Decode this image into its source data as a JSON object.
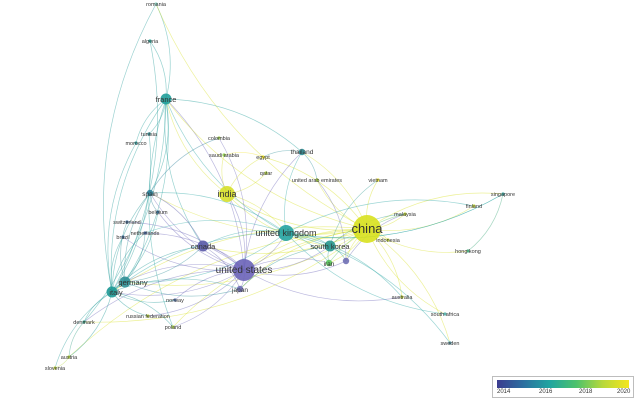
{
  "legend": {
    "ticks": [
      "2014",
      "2016",
      "2018",
      "2020"
    ],
    "gradient": [
      "#3b3b8f",
      "#2c6fa0",
      "#1fa5a0",
      "#4cc26c",
      "#b7d83a",
      "#f4e61e"
    ]
  },
  "nodes": [
    {
      "id": "romania",
      "label": "romania",
      "color": "#8fd9c9",
      "size": 1
    },
    {
      "id": "algeria",
      "label": "algeria",
      "color": "#27b0a2",
      "size": 1
    },
    {
      "id": "france",
      "label": "france",
      "color": "#1f9e9a",
      "size": 3
    },
    {
      "id": "tunisia",
      "label": "tunisia",
      "color": "#2b8f95",
      "size": 1
    },
    {
      "id": "morocco",
      "label": "morocco",
      "color": "#2e9b9a",
      "size": 1
    },
    {
      "id": "colombia",
      "label": "colombia",
      "color": "#9fd04b",
      "size": 1
    },
    {
      "id": "thailand",
      "label": "thailand",
      "color": "#2a8d96",
      "size": 2
    },
    {
      "id": "saudi-arabia",
      "label": "saudi arabia",
      "color": "#8ecf4c",
      "size": 1
    },
    {
      "id": "egypt",
      "label": "egypt",
      "color": "#f1e31f",
      "size": 1
    },
    {
      "id": "qatar",
      "label": "qatar",
      "color": "#bde339",
      "size": 1
    },
    {
      "id": "spain",
      "label": "spain",
      "color": "#2a7f98",
      "size": 2
    },
    {
      "id": "india",
      "label": "india",
      "color": "#d6e02a",
      "size": 4
    },
    {
      "id": "united-arab-emirates",
      "label": "united arab emirates",
      "color": "#a8da3b",
      "size": 1
    },
    {
      "id": "vietnam",
      "label": "vietnam",
      "color": "#e5e227",
      "size": 1
    },
    {
      "id": "singapore",
      "label": "singapore",
      "color": "#37a9a5",
      "size": 1
    },
    {
      "id": "finland",
      "label": "finland",
      "color": "#c9df33",
      "size": 1
    },
    {
      "id": "malaysia",
      "label": "malaysia",
      "color": "#c7de33",
      "size": 1
    },
    {
      "id": "belgium",
      "label": "belgium",
      "color": "#2d6e9a",
      "size": 1
    },
    {
      "id": "switzerland",
      "label": "switzerland",
      "color": "#3a6a9c",
      "size": 1
    },
    {
      "id": "netherlands",
      "label": "netherlands",
      "color": "#3e5f9d",
      "size": 1
    },
    {
      "id": "brazil",
      "label": "brazil",
      "color": "#3c6999",
      "size": 1
    },
    {
      "id": "china",
      "label": "china",
      "color": "#d8e11e",
      "size": 6
    },
    {
      "id": "united-kingdom",
      "label": "united kingdom",
      "color": "#25a3a1",
      "size": 4
    },
    {
      "id": "canada",
      "label": "canada",
      "color": "#5a5aa8",
      "size": 3
    },
    {
      "id": "south-korea",
      "label": "south korea",
      "color": "#27978f",
      "size": 3
    },
    {
      "id": "indonesia",
      "label": "indonesia",
      "color": "#c8dd34",
      "size": 1
    },
    {
      "id": "iran",
      "label": "iran",
      "color": "#58c55a",
      "size": 2
    },
    {
      "id": "pakistan",
      "label": "",
      "color": "#6f6fb4",
      "size": 2
    },
    {
      "id": "hong-kong",
      "label": "hong kong",
      "color": "#3fa879",
      "size": 1
    },
    {
      "id": "united-states",
      "label": "united states",
      "color": "#6a63b8",
      "size": 5
    },
    {
      "id": "germany",
      "label": "germany",
      "color": "#2f8f96",
      "size": 3
    },
    {
      "id": "italy",
      "label": "italy",
      "color": "#1e9a96",
      "size": 3
    },
    {
      "id": "japan",
      "label": "japan",
      "color": "#6b6bb5",
      "size": 2
    },
    {
      "id": "norway",
      "label": "norway",
      "color": "#4f6fa8",
      "size": 1
    },
    {
      "id": "australia",
      "label": "australia",
      "color": "#c9dd34",
      "size": 1
    },
    {
      "id": "russian-federation",
      "label": "russian federation",
      "color": "#bcd73a",
      "size": 1
    },
    {
      "id": "poland",
      "label": "poland",
      "color": "#b2d84a",
      "size": 1
    },
    {
      "id": "denmark",
      "label": "denmark",
      "color": "#32a086",
      "size": 1
    },
    {
      "id": "south-africa",
      "label": "south africa",
      "color": "#52b0a8",
      "size": 1
    },
    {
      "id": "sweden",
      "label": "sweden",
      "color": "#4b8fa2",
      "size": 1
    },
    {
      "id": "austria",
      "label": "austria",
      "color": "#b3d63a",
      "size": 1
    },
    {
      "id": "slovenia",
      "label": "slovenia",
      "color": "#c3d839",
      "size": 1
    }
  ]
}
